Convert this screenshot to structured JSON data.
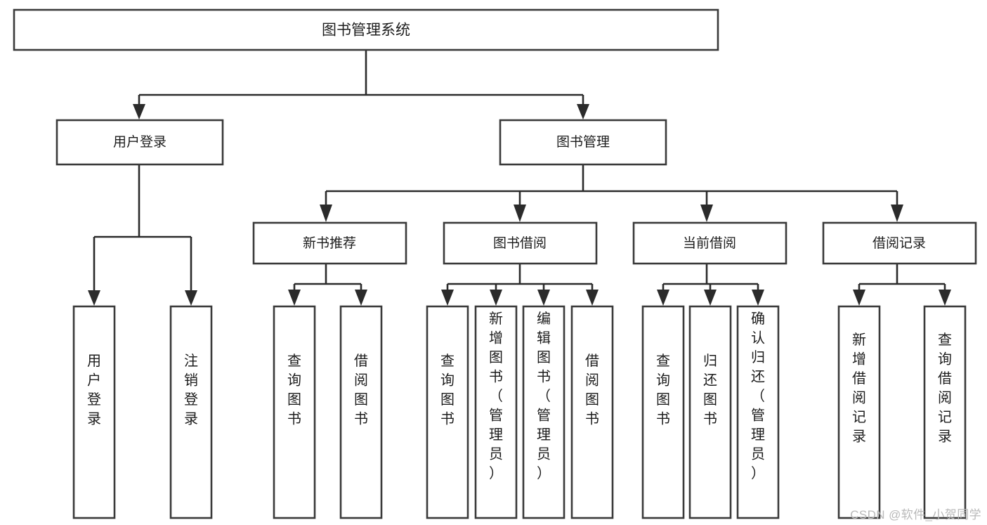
{
  "diagram": {
    "type": "hierarchy-tree",
    "title": "图书管理系统",
    "levels": [
      {
        "level": 1,
        "nodes": [
          {
            "id": "root",
            "label": "图书管理系统",
            "orientation": "horizontal"
          }
        ]
      },
      {
        "level": 2,
        "nodes": [
          {
            "id": "login",
            "label": "用户登录",
            "orientation": "horizontal",
            "parent": "root"
          },
          {
            "id": "bookmgmt",
            "label": "图书管理",
            "orientation": "horizontal",
            "parent": "root"
          }
        ]
      },
      {
        "level": 3,
        "nodes": [
          {
            "id": "newbook",
            "label": "新书推荐",
            "orientation": "horizontal",
            "parent": "bookmgmt"
          },
          {
            "id": "borrow",
            "label": "图书借阅",
            "orientation": "horizontal",
            "parent": "bookmgmt"
          },
          {
            "id": "current",
            "label": "当前借阅",
            "orientation": "horizontal",
            "parent": "bookmgmt"
          },
          {
            "id": "records",
            "label": "借阅记录",
            "orientation": "horizontal",
            "parent": "bookmgmt"
          }
        ]
      },
      {
        "level": 4,
        "nodes": [
          {
            "id": "leaf-user-login",
            "label": "用户登录",
            "orientation": "vertical",
            "parent": "login"
          },
          {
            "id": "leaf-user-logout",
            "label": "注销登录",
            "orientation": "vertical",
            "parent": "login"
          },
          {
            "id": "leaf-query-book-1",
            "label": "查询图书",
            "orientation": "vertical",
            "parent": "newbook"
          },
          {
            "id": "leaf-borrow-book-1",
            "label": "借阅图书",
            "orientation": "vertical",
            "parent": "newbook"
          },
          {
            "id": "leaf-query-book-2",
            "label": "查询图书",
            "orientation": "vertical",
            "parent": "borrow"
          },
          {
            "id": "leaf-add-book",
            "label": "新增图书（管理员）",
            "orientation": "vertical",
            "parent": "borrow"
          },
          {
            "id": "leaf-edit-book",
            "label": "编辑图书（管理员）",
            "orientation": "vertical",
            "parent": "borrow"
          },
          {
            "id": "leaf-borrow-book-2",
            "label": "借阅图书",
            "orientation": "vertical",
            "parent": "borrow"
          },
          {
            "id": "leaf-query-book-3",
            "label": "查询图书",
            "orientation": "vertical",
            "parent": "current"
          },
          {
            "id": "leaf-return-book",
            "label": "归还图书",
            "orientation": "vertical",
            "parent": "current"
          },
          {
            "id": "leaf-confirm-return",
            "label": "确认归还（管理员）",
            "orientation": "vertical",
            "parent": "current"
          },
          {
            "id": "leaf-add-record",
            "label": "新增借阅记录",
            "orientation": "vertical",
            "parent": "records"
          },
          {
            "id": "leaf-query-record",
            "label": "查询借阅记录",
            "orientation": "vertical",
            "parent": "records"
          }
        ]
      }
    ],
    "colors": {
      "box_fill": "#ffffff",
      "box_stroke": "#3a3a3a",
      "connector": "#2b2b2b",
      "text": "#1c1c1c",
      "watermark": "#b9b9b9",
      "background": "#ffffff"
    }
  },
  "watermark": {
    "text": "CSDN @软件_小贺同学"
  }
}
